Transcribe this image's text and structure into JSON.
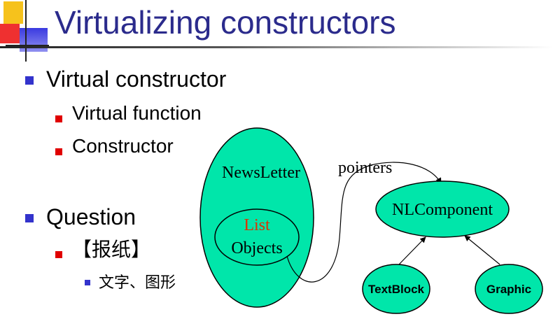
{
  "slide": {
    "title": "Virtualizing constructors",
    "bullets": {
      "b1": "Virtual constructor",
      "b1_1": "Virtual function",
      "b1_2": "Constructor",
      "b2": "Question",
      "b2_1": "【报纸】",
      "b2_1_1": "文字、图形"
    }
  },
  "diagram": {
    "newsletter_label": "NewsLetter",
    "list_label": "List",
    "objects_label": "Objects",
    "pointers_label": "pointers",
    "nlcomponent_label": "NLComponent",
    "textblock_label": "TextBlock",
    "graphic_label": "Graphic"
  },
  "colors": {
    "title": "#2b2b8c",
    "node_fill": "#00e6aa",
    "list_text": "#e03000",
    "bullet_level1": "#3333cc",
    "bullet_level2": "#e00000"
  }
}
